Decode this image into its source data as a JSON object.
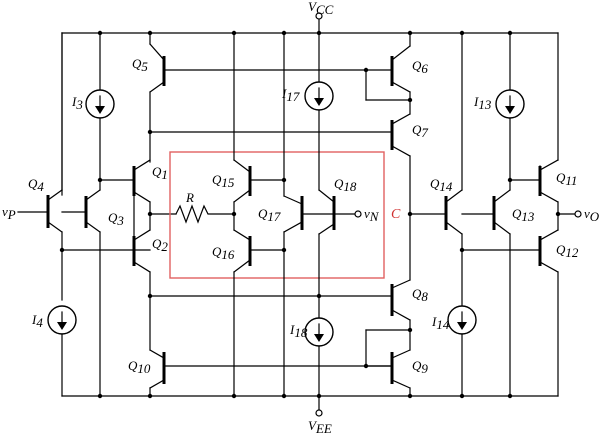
{
  "supply": {
    "top": "V",
    "top_sub": "CC",
    "bottom": "V",
    "bottom_sub": "EE"
  },
  "terminals": {
    "vp": "v",
    "vp_sub": "P",
    "vn": "v",
    "vn_sub": "N",
    "vo": "v",
    "vo_sub": "O"
  },
  "node_c": "C",
  "resistor": "R",
  "transistors": [
    {
      "id": "q1",
      "label": "Q",
      "sub": "1"
    },
    {
      "id": "q2",
      "label": "Q",
      "sub": "2"
    },
    {
      "id": "q3",
      "label": "Q",
      "sub": "3"
    },
    {
      "id": "q4",
      "label": "Q",
      "sub": "4"
    },
    {
      "id": "q5",
      "label": "Q",
      "sub": "5"
    },
    {
      "id": "q6",
      "label": "Q",
      "sub": "6"
    },
    {
      "id": "q7",
      "label": "Q",
      "sub": "7"
    },
    {
      "id": "q8",
      "label": "Q",
      "sub": "8"
    },
    {
      "id": "q9",
      "label": "Q",
      "sub": "9"
    },
    {
      "id": "q10",
      "label": "Q",
      "sub": "10"
    },
    {
      "id": "q11",
      "label": "Q",
      "sub": "11"
    },
    {
      "id": "q12",
      "label": "Q",
      "sub": "12"
    },
    {
      "id": "q13",
      "label": "Q",
      "sub": "13"
    },
    {
      "id": "q14",
      "label": "Q",
      "sub": "14"
    },
    {
      "id": "q15",
      "label": "Q",
      "sub": "15"
    },
    {
      "id": "q16",
      "label": "Q",
      "sub": "16"
    },
    {
      "id": "q17",
      "label": "Q",
      "sub": "17"
    },
    {
      "id": "q18",
      "label": "Q",
      "sub": "18"
    }
  ],
  "sources": [
    {
      "id": "i3",
      "label": "I",
      "sub": "3"
    },
    {
      "id": "i4",
      "label": "I",
      "sub": "4"
    },
    {
      "id": "i13",
      "label": "I",
      "sub": "13"
    },
    {
      "id": "i14",
      "label": "I",
      "sub": "14"
    },
    {
      "id": "i17",
      "label": "I",
      "sub": "17"
    },
    {
      "id": "i18",
      "label": "I",
      "sub": "18"
    }
  ]
}
